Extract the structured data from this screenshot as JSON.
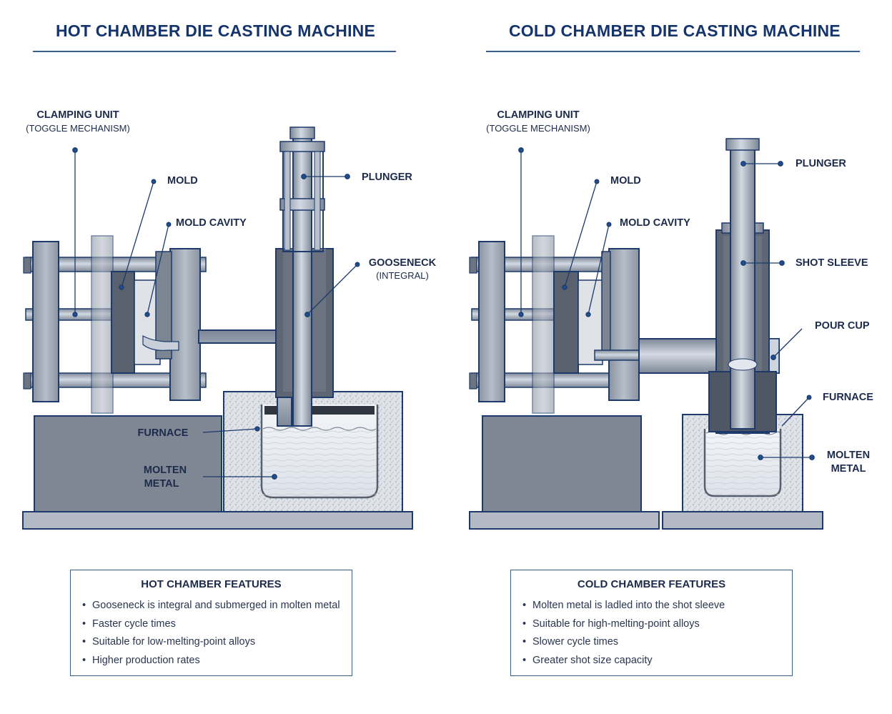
{
  "hot": {
    "title": "HOT CHAMBER DIE CASTING MACHINE",
    "labels": {
      "clamping_unit": "CLAMPING UNIT",
      "clamping_sub": "(TOGGLE MECHANISM)",
      "mold": "MOLD",
      "mold_cavity": "MOLD CAVITY",
      "plunger": "PLUNGER",
      "gooseneck": "GOOSENECK",
      "gooseneck_sub": "(INTEGRAL)",
      "furnace": "FURNACE",
      "molten_1": "MOLTEN",
      "molten_2": "METAL"
    },
    "features": {
      "title": "HOT CHAMBER FEATURES",
      "items": [
        "Gooseneck is integral and submerged in molten metal",
        "Faster cycle times",
        "Suitable for low-melting-point alloys",
        "Higher production rates"
      ]
    }
  },
  "cold": {
    "title": "COLD CHAMBER DIE CASTING MACHINE",
    "labels": {
      "clamping_unit": "CLAMPING UNIT",
      "clamping_sub": "(TOGGLE MECHANISM)",
      "mold": "MOLD",
      "mold_cavity": "MOLD CAVITY",
      "plunger": "PLUNGER",
      "shot_sleeve": "SHOT SLEEVE",
      "pour_cup": "POUR CUP",
      "furnace": "FURNACE",
      "molten_1": "MOLTEN",
      "molten_2": "METAL"
    },
    "features": {
      "title": "COLD CHAMBER FEATURES",
      "items": [
        "Molten metal is ladled into the shot sleeve",
        "Suitable for high-melting-point alloys",
        "Slower cycle times",
        "Greater shot size capacity"
      ]
    }
  },
  "colors": {
    "title": "#15346b",
    "line": "#1c3a6b",
    "dot": "#1f4f91",
    "steel_dark": "#59616e",
    "steel_mid": "#8e97a6",
    "steel_light": "#c9cfd8",
    "metal": "#e9edf2"
  }
}
